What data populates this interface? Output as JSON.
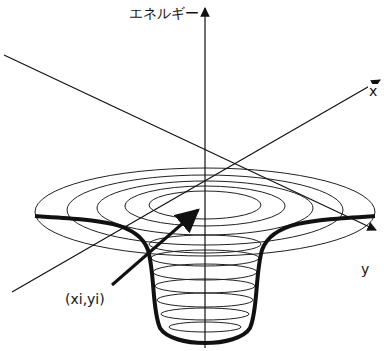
{
  "diagram": {
    "labels": [
      "エネルギー",
      "x",
      "y",
      "(xi,yi)"
    ]
  }
}
